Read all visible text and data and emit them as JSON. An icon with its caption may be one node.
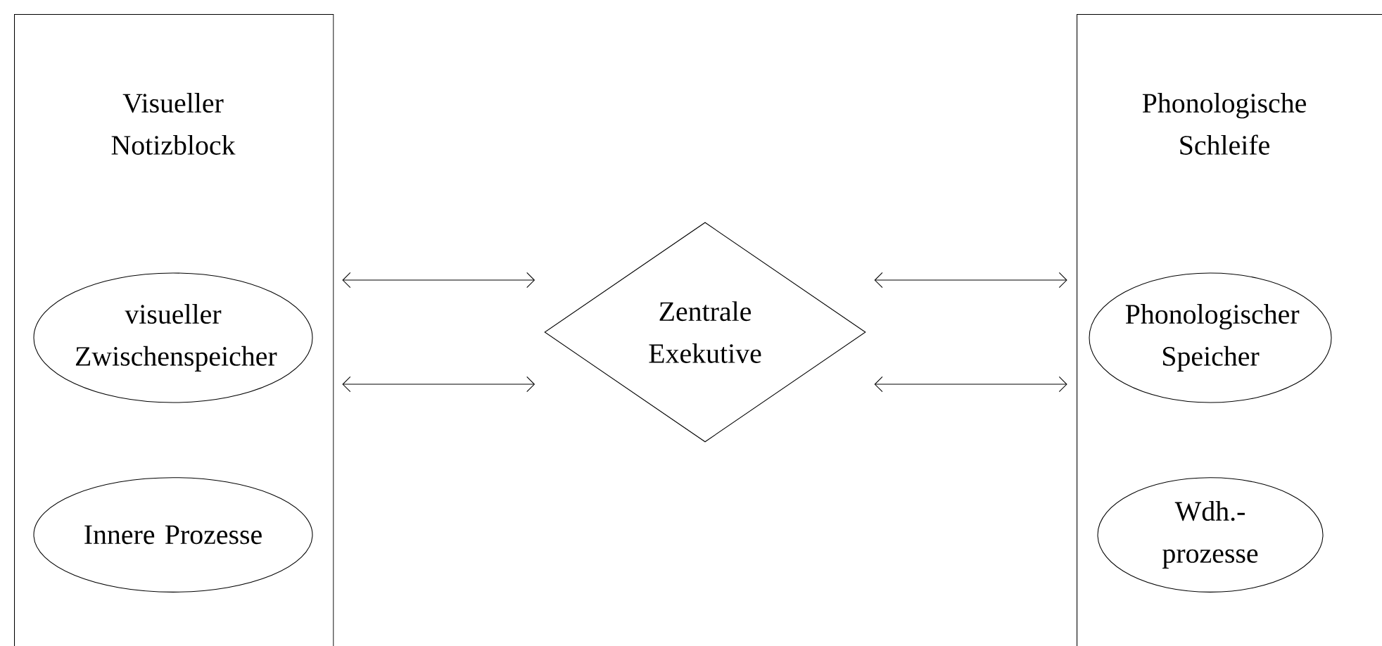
{
  "diagram": {
    "nodes": [
      {
        "text": [
          "Visueller Notizblock"
        ]
      },
      {
        "text": [
          "visueller Zwischenspeicher"
        ],
        "in": 0
      },
      {
        "text": [
          "Innere Prozesse"
        ],
        "in": 0
      },
      {
        "text": [
          "Zentrale Exekutive"
        ]
      },
      {
        "text": [
          "Phonologische Schleife"
        ]
      },
      {
        "text": [
          "Phonologischer Speicher"
        ],
        "in": 4
      },
      {
        "text": [
          "Wdh.-prozesse"
        ],
        "in": 4
      }
    ],
    "edges": [
      {
        "from": 0,
        "to": 3,
        "arrow": "both"
      },
      {
        "from": 0,
        "to": 3,
        "arrow": "both"
      },
      {
        "from": 3,
        "to": 4,
        "arrow": "both"
      },
      {
        "from": 3,
        "to": 4,
        "arrow": "both"
      }
    ]
  }
}
